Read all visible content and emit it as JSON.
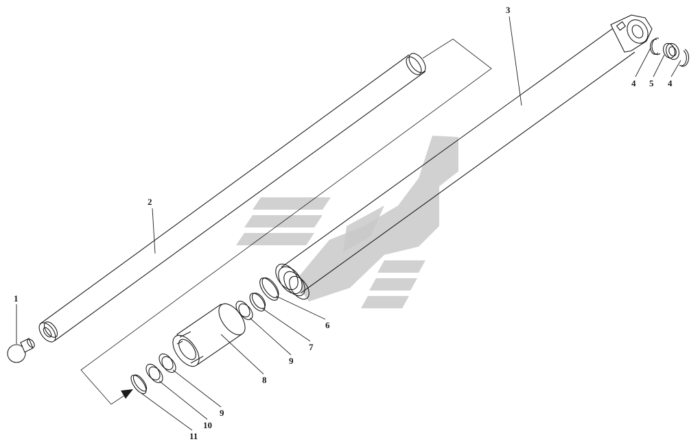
{
  "labels": {
    "p1": "1",
    "p2": "2",
    "p3": "3",
    "p4a": "4",
    "p5": "5",
    "p4b": "4",
    "p6": "6",
    "p7": "7",
    "p8": "8",
    "p9a": "9",
    "p9b": "9",
    "p10": "10",
    "p11": "11"
  },
  "colors": {
    "line": "#1a1a1a",
    "watermark": "#c9c9c9",
    "background": "#ffffff"
  }
}
